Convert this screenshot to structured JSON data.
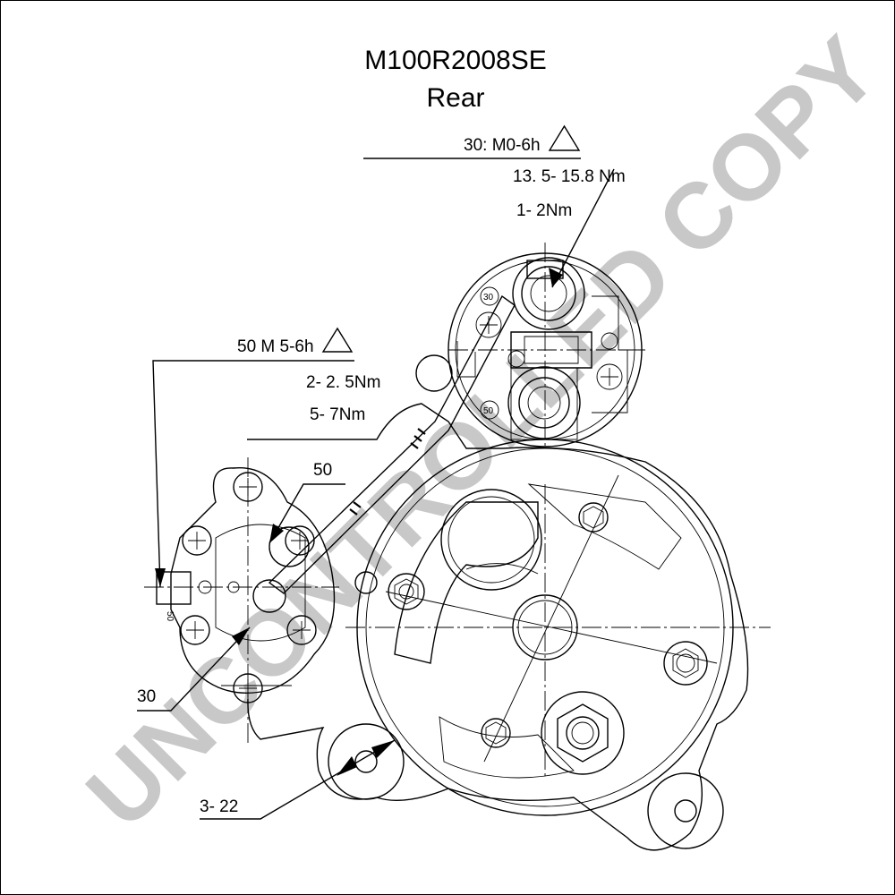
{
  "title": "M100R2008SE",
  "subtitle": "Rear",
  "watermark": "UNCONTROLLED COPY",
  "terminal_30": {
    "spec": "30: M0-6h",
    "torque_1": "13. 5- 15.8 Nm",
    "torque_2": "1- 2Nm",
    "mark": "30"
  },
  "terminal_50": {
    "spec": "50  M 5-6h",
    "torque_1": "2- 2. 5Nm",
    "torque_2": "5- 7Nm",
    "mark": "50"
  },
  "callout_50": "50",
  "callout_30": "30",
  "callout_holes": "3-   22",
  "small_mark": "50"
}
